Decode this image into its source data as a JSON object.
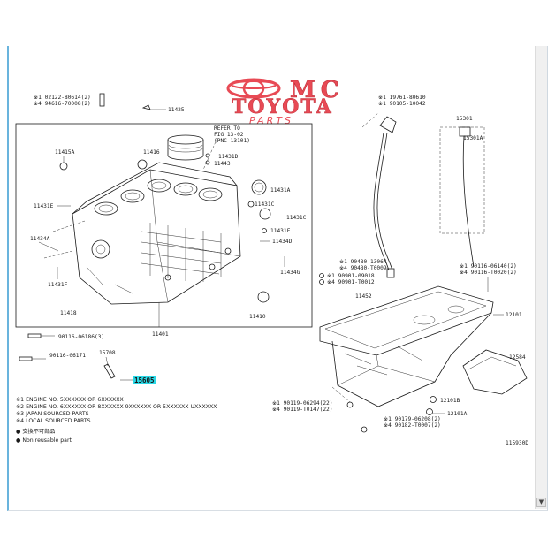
{
  "watermark": {
    "line1": "MC",
    "line2": "TOYOTA",
    "line3": "PARTS"
  },
  "figure_code": "115930D",
  "labels": {
    "p02122": "※1 02122-80614(2)",
    "p94616": "※4 94616-70008(2)",
    "p11425": "11425",
    "p19761": "※1 19761-80610",
    "p90105": "※1 90105-10042",
    "p15301": "15301",
    "p15301a": "15301A",
    "refer1": "REFER TO",
    "refer2": "FIG 13-02",
    "refer3": "(PNC 13101)",
    "p11416": "11416",
    "p11415a": "11415A",
    "p11431e": "11431E",
    "p11434a": "11434A",
    "p11431f": "11431F",
    "p11418": "11418",
    "p11431a": "11431A",
    "p11431c": "11431C",
    "p11431c2": "11431C",
    "p11431f2": "11431F",
    "p11434d": "11434D",
    "p11434g": "11434G",
    "p11410": "11410",
    "p11401": "11401",
    "p11431d": "11431D",
    "p11443": "11443",
    "p90480a": "※1 90480-13064",
    "p90480b": "※4 90480-T0009",
    "p90901": "※1 90901-09018",
    "p90901b": "※4 90901-T0012",
    "p11452": "11452",
    "p90116a": "90116-06186(3)",
    "p90116b": "90116-06171",
    "p15708": "15708",
    "p15605": "15605",
    "p90116c": "※1 90116-06140(2)",
    "p90116d": "※4 90116-T0020(2)",
    "p12101": "12101",
    "p12584": "12584",
    "p90119": "※1 90119-06294(22)",
    "p90119b": "※4 90119-T0147(22)",
    "p12101b": "12101B",
    "p12101a": "12101A",
    "p90179": "※1 90179-06208(2)",
    "p90179b": "※4 90182-T0007(2)"
  },
  "notes": {
    "n1": "※1 ENGINE NO. 5XXXXXX OR 6XXXXXX",
    "n2": "※2 ENGINE NO. 6XXXXXX OR 8XXXXXX-9XXXXXX OR 5XXXXXX-UXXXXXX",
    "n3": "※3 JAPAN SOURCED PARTS",
    "n4": "※4 LOCAL SOURCED PARTS",
    "n5": "● 交換不可部品",
    "n6": "● Non reusable part"
  },
  "colors": {
    "watermark": "#e84a55",
    "highlight": "#28d8e6",
    "frame": "#69b4dd"
  },
  "icons": {
    "scroll_down": "chevron-down-icon"
  },
  "scroll_glyph": "▼"
}
